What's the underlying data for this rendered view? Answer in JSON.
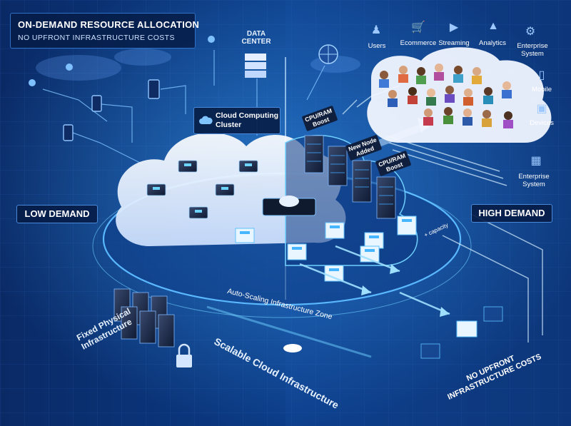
{
  "title": "ON-DEMAND RESOURCE ALLOCATION",
  "subtitle": "NO UPFRONT INFRASTRUCTURE COSTS",
  "labels": {
    "data_center": "DATA\nCENTER",
    "cloud_cluster": "Cloud Computing\nCluster",
    "low_demand": "LOW DEMAND",
    "high_demand": "HIGH DEMAND",
    "auto_scaling": "Auto-Scaling Infrastructure Zone",
    "scalable": "Scalable Cloud Infrastructure",
    "fixed": "Fixed Physical\nInfrastructure",
    "no_upfront": "NO UPFRONT\nINFRASTRUCTURE COSTS",
    "capacity": "+ capacity",
    "cpu_boost_1": "CPU/RAM\nBoost",
    "new_node": "New Node\nAdded",
    "cpu_boost_2": "CPU/RAM\nBoost"
  },
  "categories": [
    {
      "label": "Users",
      "icon": "users-icon"
    },
    {
      "label": "Ecommerce",
      "icon": "cart-icon"
    },
    {
      "label": "Streaming",
      "icon": "play-icon"
    },
    {
      "label": "Analytics",
      "icon": "chart-icon"
    },
    {
      "label": "Enterprise\nSystem",
      "icon": "gear-icon"
    },
    {
      "label": "Mobile",
      "icon": "mobile-icon"
    },
    {
      "label": "Devices",
      "icon": "devices-icon"
    },
    {
      "label": "Enterprise\nSystem",
      "icon": "building-icon"
    }
  ],
  "colors": {
    "background_dark": "#061a3f",
    "background_right": "#0b2f6b",
    "accent_glow": "#3fa9ff",
    "cloud_white": "#eef5ff"
  }
}
